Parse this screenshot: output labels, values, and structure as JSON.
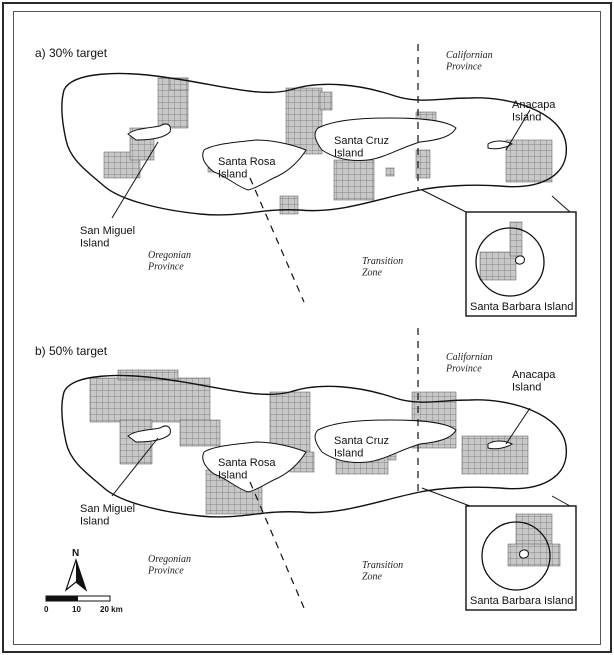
{
  "panels": [
    {
      "label": "a) 30% target",
      "islands": {
        "san_miguel": "San Miguel\nIsland",
        "santa_rosa": "Santa Rosa\nIsland",
        "santa_cruz": "Santa Cruz\nIsland",
        "anacapa": "Anacapa\nIsland",
        "santa_barbara": "Santa Barbara Island"
      },
      "provinces": {
        "californian": "Californian\nProvince",
        "oregonian": "Oregonian\nProvince",
        "transition": "Transition\nZone"
      }
    },
    {
      "label": "b) 50% target",
      "islands": {
        "san_miguel": "San Miguel\nIsland",
        "santa_rosa": "Santa Rosa\nIsland",
        "santa_cruz": "Santa Cruz\nIsland",
        "anacapa": "Anacapa\nIsland",
        "santa_barbara": "Santa Barbara Island"
      },
      "provinces": {
        "californian": "Californian\nProvince",
        "oregonian": "Oregonian\nProvince",
        "transition": "Transition\nZone"
      }
    }
  ],
  "north_arrow": "N",
  "scale_bar": {
    "ticks": [
      "0",
      "10",
      "20 km"
    ]
  },
  "colors": {
    "grid_fill": "#c8c8c8",
    "grid_line": "#6e6e6e",
    "outline": "#111111",
    "land": "#ffffff"
  }
}
